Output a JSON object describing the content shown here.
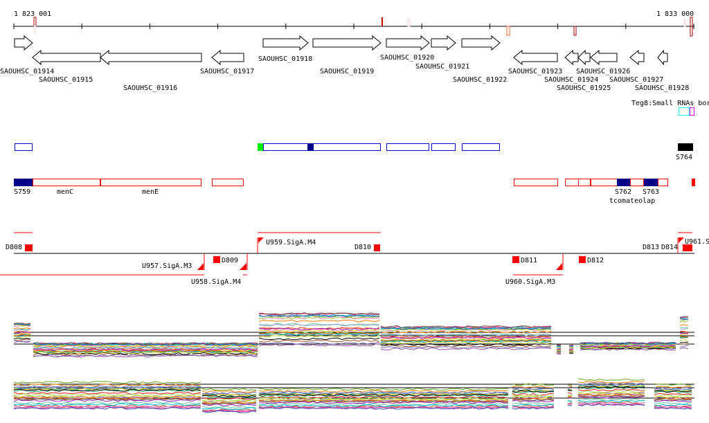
{
  "ruler": {
    "start_label": "1 823 001",
    "end_label": "1 833 000"
  },
  "genes": [
    {
      "name": "SAOUHSC_01914",
      "strand": "+"
    },
    {
      "name": "SAOUHSC_01915",
      "strand": "-"
    },
    {
      "name": "SAOUHSC_01916",
      "strand": "-"
    },
    {
      "name": "SAOUHSC_01917",
      "strand": "-"
    },
    {
      "name": "SAOUHSC_01918",
      "strand": "+"
    },
    {
      "name": "SAOUHSC_01919",
      "strand": "+"
    },
    {
      "name": "SAOUHSC_01920",
      "strand": "+"
    },
    {
      "name": "SAOUHSC_01921",
      "strand": "+"
    },
    {
      "name": "SAOUHSC_01922",
      "strand": "+"
    },
    {
      "name": "SAOUHSC_01923",
      "strand": "-"
    },
    {
      "name": "SAOUHSC_01924",
      "strand": "-"
    },
    {
      "name": "SAOUHSC_01925",
      "strand": "-"
    },
    {
      "name": "SAOUHSC_01926",
      "strand": "-"
    },
    {
      "name": "SAOUHSC_01927",
      "strand": "-"
    },
    {
      "name": "SAOUHSC_01928",
      "strand": "-"
    }
  ],
  "small_rna_track": {
    "label": "Teg8:Small RNAs bor"
  },
  "features": {
    "s764": "S764",
    "s759": "S759",
    "menc": "menC",
    "mene": "menE",
    "s762": "S762",
    "s763": "S763",
    "overlap_text": "tcomateolap"
  },
  "transcription": {
    "d808": "D808",
    "d809": "D809",
    "d810": "D810",
    "d811": "D811",
    "d812": "D812",
    "d813": "D813",
    "d814": "D814",
    "u957": "U957.SigA.M3",
    "u958": "U958.SigA.M4",
    "u959": "U959.SigA.M4",
    "u960": "U960.SigA.M3",
    "u961": "U961.S"
  },
  "colors": {
    "feature_red": "#ff0000",
    "navy": "#000080",
    "blue": "#0000cc",
    "cyan": "#00ffff",
    "magenta": "#ff00ff",
    "green": "#00ee00"
  }
}
